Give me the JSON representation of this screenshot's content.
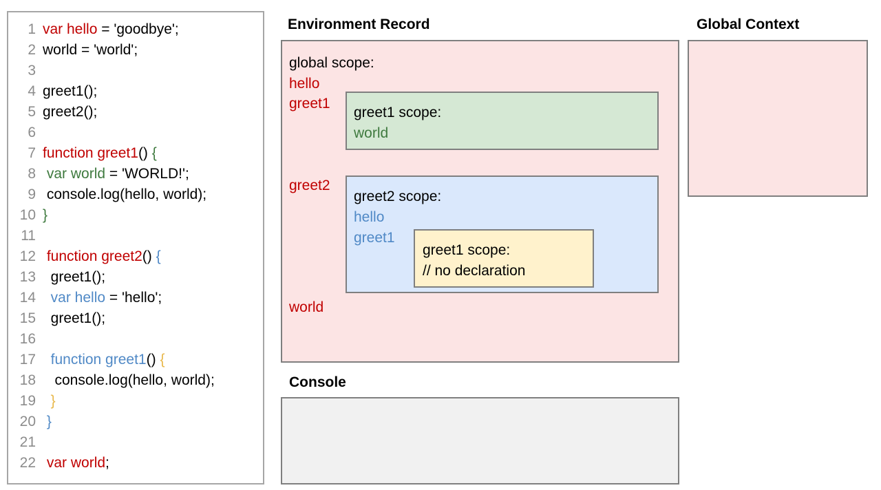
{
  "code_panel": {
    "name": "javascript-source-listing",
    "lines": [
      {
        "number": "1",
        "segments": [
          {
            "text": "var hello",
            "color": "red"
          },
          {
            "text": " = 'goodbye';",
            "color": "black"
          }
        ]
      },
      {
        "number": "2",
        "segments": [
          {
            "text": "world = 'world';",
            "color": "black"
          }
        ]
      },
      {
        "number": "3",
        "segments": [
          {
            "text": "",
            "color": "black"
          }
        ]
      },
      {
        "number": "4",
        "segments": [
          {
            "text": "greet1();",
            "color": "black"
          }
        ]
      },
      {
        "number": "5",
        "segments": [
          {
            "text": "greet2();",
            "color": "black"
          }
        ]
      },
      {
        "number": "6",
        "segments": [
          {
            "text": "",
            "color": "black"
          }
        ]
      },
      {
        "number": "7",
        "segments": [
          {
            "text": "function greet1",
            "color": "red"
          },
          {
            "text": "() ",
            "color": "black"
          },
          {
            "text": "{",
            "color": "green"
          }
        ]
      },
      {
        "number": "8",
        "segments": [
          {
            "text": " ",
            "color": "black"
          },
          {
            "text": "var world",
            "color": "green"
          },
          {
            "text": " = 'WORLD!';",
            "color": "black"
          }
        ]
      },
      {
        "number": "9",
        "segments": [
          {
            "text": " console.log(hello, world);",
            "color": "black"
          }
        ]
      },
      {
        "number": "10",
        "segments": [
          {
            "text": "}",
            "color": "green"
          }
        ]
      },
      {
        "number": "11",
        "segments": [
          {
            "text": "",
            "color": "black"
          }
        ]
      },
      {
        "number": "12",
        "segments": [
          {
            "text": " ",
            "color": "black"
          },
          {
            "text": "function greet2",
            "color": "red"
          },
          {
            "text": "() ",
            "color": "black"
          },
          {
            "text": "{",
            "color": "blue"
          }
        ]
      },
      {
        "number": "13",
        "segments": [
          {
            "text": "  greet1();",
            "color": "black"
          }
        ]
      },
      {
        "number": "14",
        "segments": [
          {
            "text": "  ",
            "color": "black"
          },
          {
            "text": "var hello",
            "color": "blue"
          },
          {
            "text": " = 'hello';",
            "color": "black"
          }
        ]
      },
      {
        "number": "15",
        "segments": [
          {
            "text": "  greet1();",
            "color": "black"
          }
        ]
      },
      {
        "number": "16",
        "segments": [
          {
            "text": "",
            "color": "black"
          }
        ]
      },
      {
        "number": "17",
        "segments": [
          {
            "text": "  ",
            "color": "black"
          },
          {
            "text": "function greet1",
            "color": "blue"
          },
          {
            "text": "() ",
            "color": "black"
          },
          {
            "text": "{",
            "color": "yellow"
          }
        ]
      },
      {
        "number": "18",
        "segments": [
          {
            "text": "   console.log(hello, world);",
            "color": "black"
          }
        ]
      },
      {
        "number": "19",
        "segments": [
          {
            "text": "  ",
            "color": "black"
          },
          {
            "text": "}",
            "color": "yellow"
          }
        ]
      },
      {
        "number": "20",
        "segments": [
          {
            "text": " ",
            "color": "black"
          },
          {
            "text": "}",
            "color": "blue"
          }
        ]
      },
      {
        "number": "21",
        "segments": [
          {
            "text": "",
            "color": "black"
          }
        ]
      },
      {
        "number": "22",
        "segments": [
          {
            "text": " ",
            "color": "black"
          },
          {
            "text": "var world",
            "color": "red"
          },
          {
            "text": ";",
            "color": "black"
          }
        ]
      }
    ]
  },
  "headings": {
    "environment_record": "Environment Record",
    "global_context": "Global Context",
    "console": "Console"
  },
  "environment_record": {
    "global_scope": {
      "label": "global scope:",
      "bindings": [
        "hello",
        "greet1",
        "greet2",
        "world"
      ]
    },
    "greet1_scope": {
      "label": "greet1 scope:",
      "bindings": [
        "world"
      ]
    },
    "greet2_scope": {
      "label": "greet2 scope:",
      "bindings": [
        "hello",
        "greet1"
      ]
    },
    "greet1_inner_scope": {
      "label": "greet1 scope:",
      "bindings": [
        "// no declaration"
      ]
    }
  },
  "global_context": {
    "content": ""
  },
  "console": {
    "content": ""
  },
  "colors": {
    "pink_fill": "#fce4e4",
    "green_fill": "#d5e8d4",
    "blue_fill": "#dae8fc",
    "yellow_fill": "#fff2cc",
    "grey_fill": "#f1f1f1",
    "box_border": "#7f7f7f",
    "code_border": "#a6a6a6",
    "red_text": "#c00000",
    "green_text": "#3f7a3f",
    "blue_text": "#5089c6",
    "yellow_text": "#e8b84b",
    "line_number": "#8c8c8c"
  }
}
